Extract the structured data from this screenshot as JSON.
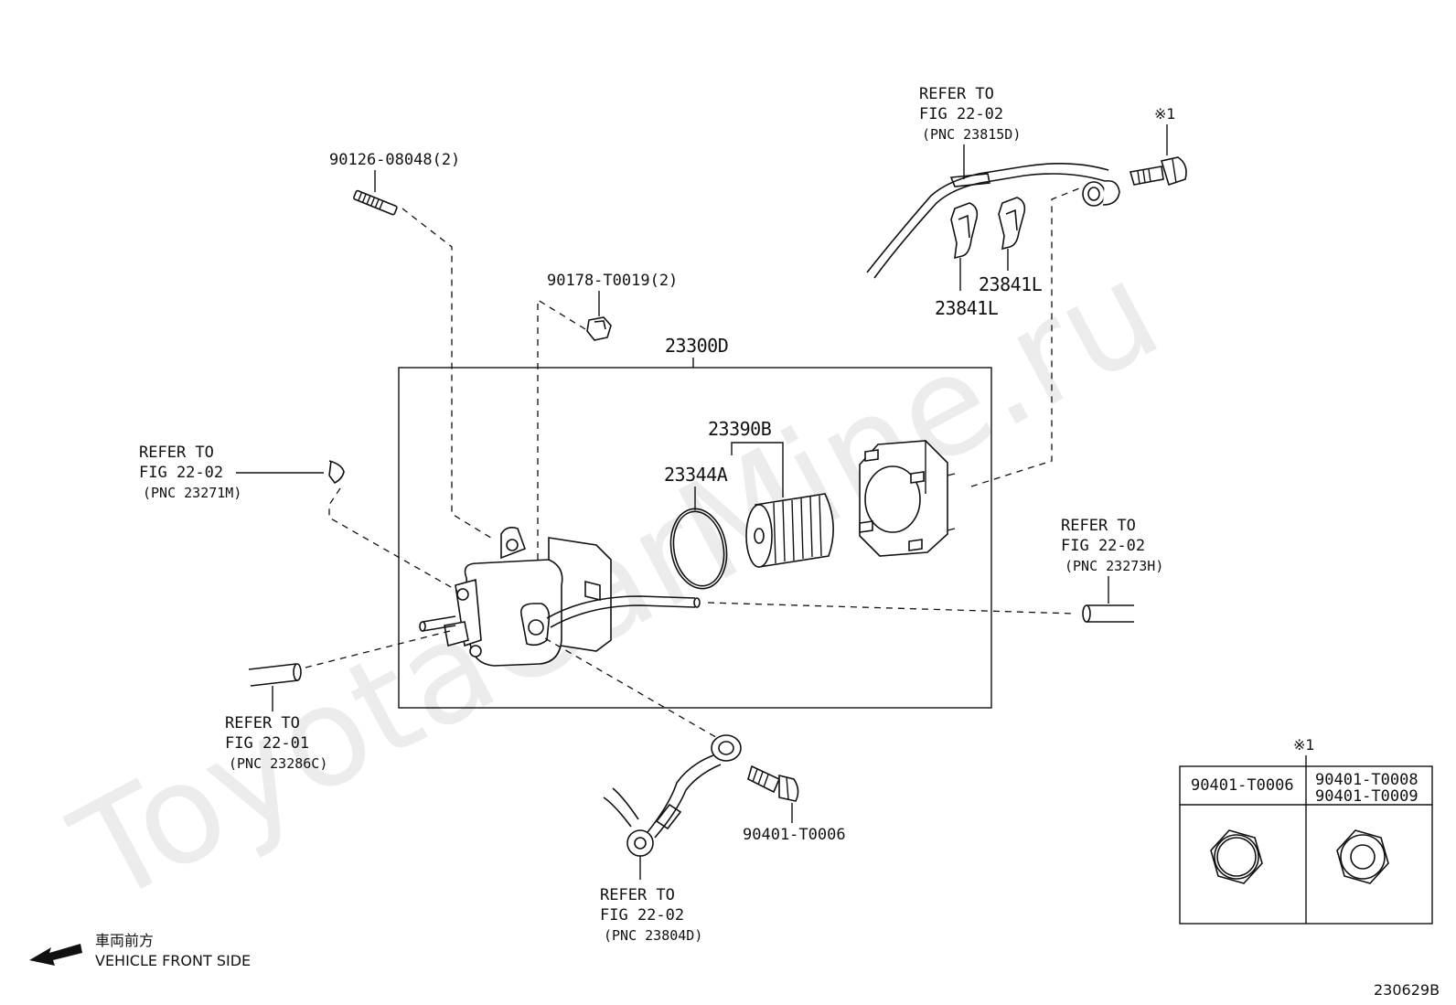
{
  "watermark": "ToyotaCarMine.ru",
  "figure_id": "230629B",
  "direction": {
    "japanese": "車両前方",
    "english": "VEHICLE FRONT SIDE"
  },
  "parts": {
    "stud_bolt": "90126-08048(2)",
    "nut": "90178-T0019(2)",
    "assembly": "23300D",
    "filter_element": "23390B",
    "o_ring": "23344A",
    "clamp_a": "23841L",
    "clamp_b": "23841L",
    "union_bolt": "90401-T0006",
    "note_mark_top": "※1",
    "note_mark_table": "※1"
  },
  "refs": {
    "top_right": {
      "line1": "REFER TO",
      "line2": "FIG 22-02",
      "line3": "(PNC 23815D)"
    },
    "left": {
      "line1": "REFER TO",
      "line2": "FIG 22-02",
      "line3": "(PNC 23271M)"
    },
    "right": {
      "line1": "REFER TO",
      "line2": "FIG 22-02",
      "line3": "(PNC 23273H)"
    },
    "bottom_left": {
      "line1": "REFER TO",
      "line2": "FIG 22-01",
      "line3": "(PNC 23286C)"
    },
    "bottom": {
      "line1": "REFER TO",
      "line2": "FIG 22-02",
      "line3": "(PNC 23804D)"
    }
  },
  "variant_table": {
    "col1": "90401-T0006",
    "col2_line1": "90401-T0008",
    "col2_line2": "90401-T0009"
  }
}
